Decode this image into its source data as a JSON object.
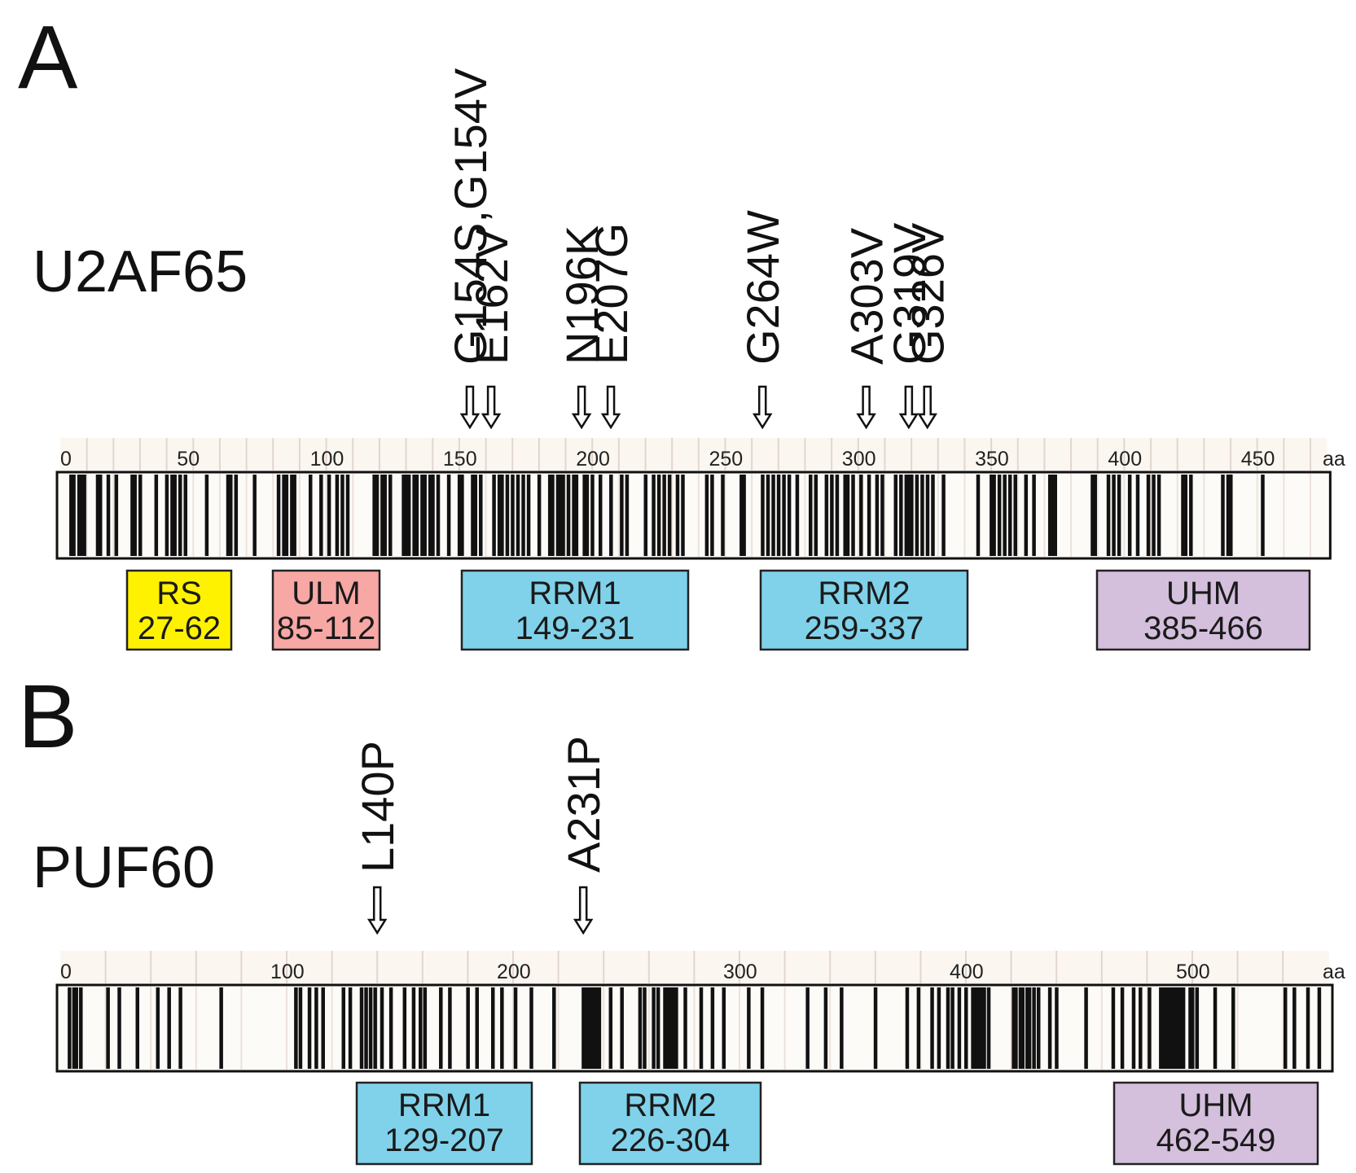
{
  "panels": [
    {
      "letter": "A",
      "protein": "U2AF65",
      "length": 475,
      "tick_values": [
        0,
        50,
        100,
        150,
        200,
        250,
        300,
        350,
        400,
        450
      ],
      "tick_labels": [
        "0",
        "50",
        "100",
        "150",
        "200",
        "250",
        "300",
        "350",
        "400",
        "450"
      ],
      "unit_label": "aa",
      "mutations": [
        {
          "label": "G154S,G154V",
          "position": 154
        },
        {
          "label": "E162V",
          "position": 162
        },
        {
          "label": "N196K",
          "position": 196
        },
        {
          "label": "E207G",
          "position": 207
        },
        {
          "label": "G264W",
          "position": 264
        },
        {
          "label": "A303V",
          "position": 303
        },
        {
          "label": "G319V",
          "position": 319
        },
        {
          "label": "G326V",
          "position": 326
        }
      ],
      "domains": [
        {
          "name": "RS",
          "range": "27-62",
          "color": "#fff200"
        },
        {
          "name": "ULM",
          "range": "85-112",
          "color": "#f7a7a4"
        },
        {
          "name": "RRM1",
          "range": "149-231",
          "color": "#80d2ea"
        },
        {
          "name": "RRM2",
          "range": "259-337",
          "color": "#80d2ea"
        },
        {
          "name": "UHM",
          "range": "385-466",
          "color": "#d4bfdd"
        }
      ],
      "residue_stripes": [
        4,
        5,
        7,
        8,
        9,
        14,
        15,
        18,
        21,
        27,
        28,
        30,
        36,
        40,
        42,
        43,
        45,
        47,
        55,
        63,
        64,
        66,
        73,
        82,
        84,
        85,
        87,
        88,
        94,
        98,
        101,
        104,
        106,
        108,
        118,
        119,
        121,
        122,
        124,
        129,
        130,
        131,
        133,
        134,
        136,
        137,
        139,
        140,
        142,
        146,
        150,
        151,
        155,
        156,
        158,
        163,
        165,
        166,
        168,
        170,
        172,
        174,
        176,
        180,
        184,
        185,
        187,
        188,
        189,
        191,
        193,
        194,
        197,
        198,
        200,
        203,
        207,
        211,
        213,
        220,
        223,
        225,
        227,
        229,
        232,
        234,
        243,
        245,
        249,
        256,
        257,
        264,
        266,
        268,
        270,
        272,
        274,
        277,
        282,
        284,
        288,
        290,
        292,
        295,
        296,
        298,
        301,
        304,
        307,
        309,
        314,
        316,
        318,
        319,
        320,
        322,
        324,
        326,
        328,
        332,
        345,
        350,
        351,
        353,
        355,
        357,
        359,
        363,
        366,
        372,
        373,
        374,
        388,
        389,
        394,
        396,
        398,
        402,
        405,
        409,
        411,
        413,
        422,
        423,
        425,
        437,
        439,
        440,
        452
      ]
    },
    {
      "letter": "B",
      "protein": "PUF60",
      "length": 559,
      "tick_values": [
        0,
        100,
        200,
        300,
        400,
        500
      ],
      "tick_labels": [
        "0",
        "100",
        "200",
        "300",
        "400",
        "500"
      ],
      "unit_label": "aa",
      "mutations": [
        {
          "label": "L140P",
          "position": 140
        },
        {
          "label": "A231P",
          "position": 231
        }
      ],
      "domains": [
        {
          "name": "RRM1",
          "range": "129-207",
          "color": "#80d2ea"
        },
        {
          "name": "RRM2",
          "range": "226-304",
          "color": "#80d2ea"
        },
        {
          "name": "UHM",
          "range": "462-549",
          "color": "#d4bfdd"
        }
      ],
      "residue_stripes": [
        4,
        6,
        7,
        9,
        21,
        26,
        34,
        43,
        48,
        53,
        71,
        104,
        106,
        110,
        113,
        116,
        125,
        128,
        133,
        135,
        137,
        139,
        142,
        146,
        152,
        156,
        159,
        161,
        168,
        172,
        180,
        184,
        191,
        195,
        201,
        208,
        218,
        231,
        232,
        233,
        234,
        235,
        236,
        237,
        238,
        243,
        248,
        256,
        258,
        262,
        264,
        267,
        268,
        269,
        270,
        271,
        272,
        276,
        283,
        288,
        293,
        304,
        310,
        330,
        338,
        345,
        360,
        374,
        379,
        385,
        388,
        392,
        394,
        397,
        400,
        403,
        404,
        405,
        406,
        407,
        408,
        410,
        421,
        422,
        424,
        425,
        427,
        428,
        430,
        432,
        437,
        440,
        453,
        465,
        469,
        474,
        477,
        481,
        486,
        487,
        488,
        489,
        490,
        491,
        492,
        493,
        494,
        495,
        496,
        499,
        500,
        502,
        510,
        518,
        541,
        545,
        551,
        556
      ]
    }
  ]
}
